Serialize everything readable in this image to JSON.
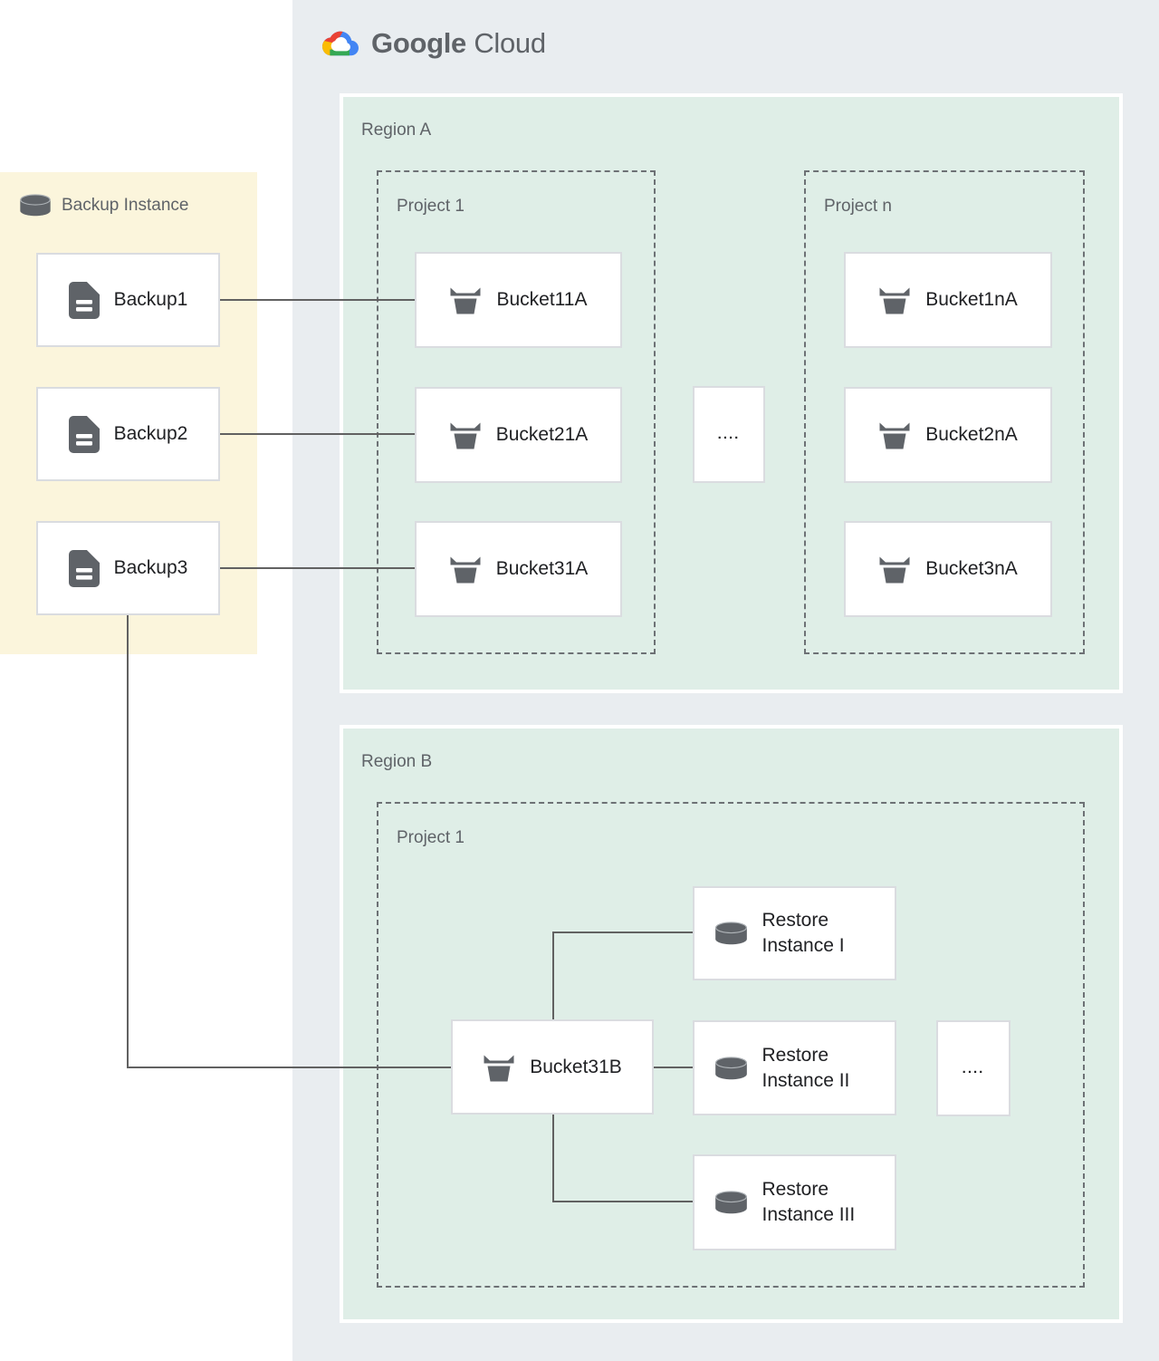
{
  "header": {
    "logo": {
      "icon": "google-cloud-logo-icon",
      "brand": "Google",
      "product": "Cloud"
    }
  },
  "backup_panel": {
    "icon": "database-icon",
    "title": "Backup Instance",
    "items": [
      {
        "icon": "document-icon",
        "label": "Backup1"
      },
      {
        "icon": "document-icon",
        "label": "Backup2"
      },
      {
        "icon": "document-icon",
        "label": "Backup3"
      }
    ]
  },
  "region_a": {
    "label": "Region A",
    "project_1": {
      "label": "Project 1",
      "buckets": [
        {
          "icon": "bucket-icon",
          "label": "Bucket11A"
        },
        {
          "icon": "bucket-icon",
          "label": "Bucket21A"
        },
        {
          "icon": "bucket-icon",
          "label": "Bucket31A"
        }
      ]
    },
    "ellipsis": "....",
    "project_n": {
      "label": "Project n",
      "buckets": [
        {
          "icon": "bucket-icon",
          "label": "Bucket1nA"
        },
        {
          "icon": "bucket-icon",
          "label": "Bucket2nA"
        },
        {
          "icon": "bucket-icon",
          "label": "Bucket3nA"
        }
      ]
    }
  },
  "region_b": {
    "label": "Region B",
    "project_1": {
      "label": "Project 1",
      "bucket": {
        "icon": "bucket-icon",
        "label": "Bucket31B"
      },
      "restore_instances": [
        {
          "icon": "database-icon",
          "label": "Restore Instance I"
        },
        {
          "icon": "database-icon",
          "label": "Restore Instance II"
        },
        {
          "icon": "database-icon",
          "label": "Restore Instance III"
        }
      ],
      "ellipsis": "...."
    }
  },
  "colors": {
    "canvas_gray": "#e9edf0",
    "region_green": "#dfeee7",
    "backup_yellow": "#fbf5dc",
    "icon_gray": "#5f6368",
    "connector_gray": "#616161",
    "box_border": "#dadce0",
    "label_gray": "#5f6368",
    "text_dark": "#202124",
    "google_blue": "#4285f4",
    "google_red": "#ea4335",
    "google_yellow": "#fbbc04",
    "google_green": "#34a853"
  }
}
